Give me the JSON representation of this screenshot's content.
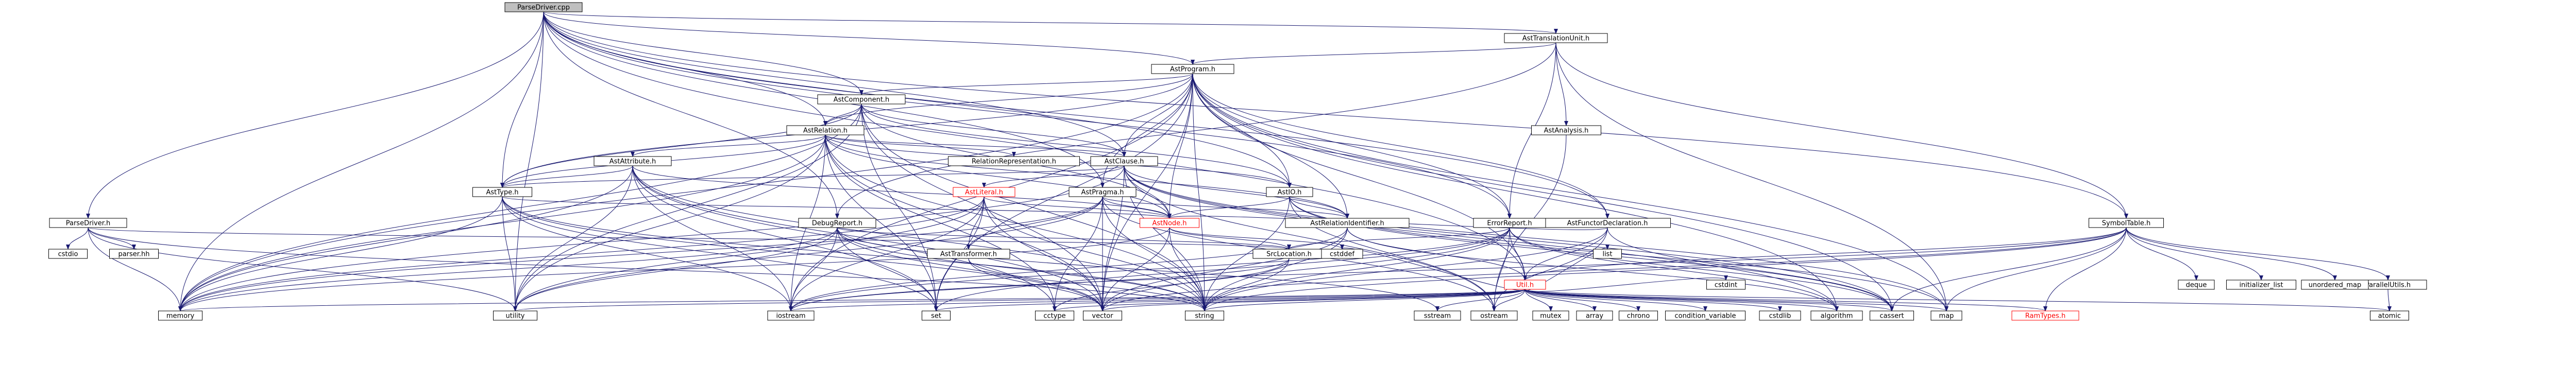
{
  "diagram": {
    "nodes": {
      "parsedriver_cpp": "ParseDriver.cpp",
      "ast_translation_unit": "AstTranslationUnit.h",
      "ast_program": "AstProgram.h",
      "ast_component": "AstComponent.h",
      "ast_relation": "AstRelation.h",
      "ast_attribute": "AstAttribute.h",
      "ast_type": "AstType.h",
      "ast_clause": "AstClause.h",
      "relation_representation": "RelationRepresentation.h",
      "ast_io": "AstIO.h",
      "ast_literal": "AstLiteral.h",
      "ast_pragma": "AstPragma.h",
      "ast_node": "AstNode.h",
      "ast_relation_identifier": "AstRelationIdentifier.h",
      "ast_functor_declaration": "AstFunctorDeclaration.h",
      "ast_analysis": "AstAnalysis.h",
      "ast_transformer": "AstTransformer.h",
      "debug_report": "DebugReport.h",
      "error_report": "ErrorReport.h",
      "src_location": "SrcLocation.h",
      "util": "Util.h",
      "parse_driver_h": "ParseDriver.h",
      "symbol_table": "SymbolTable.h",
      "parallel_utils": "ParallelUtils.h",
      "ram_types": "RamTypes.h",
      "cstdio": "cstdio",
      "parser_hh": "parser.hh",
      "memory": "memory",
      "utility": "utility",
      "iostream": "iostream",
      "set": "set",
      "cctype": "cctype",
      "vector": "vector",
      "string": "string",
      "sstream": "sstream",
      "ostream": "ostream",
      "mutex": "mutex",
      "array": "array",
      "chrono": "chrono",
      "condition_variable": "condition_variable",
      "cstdlib": "cstdlib",
      "cstddef": "cstddef",
      "algorithm": "algorithm",
      "cassert": "cassert",
      "map": "map",
      "atomic": "atomic",
      "deque": "deque",
      "initializer_list": "initializer_list",
      "unordered_map": "unordered_map",
      "list": "list",
      "cstdint": "cstdint"
    }
  }
}
